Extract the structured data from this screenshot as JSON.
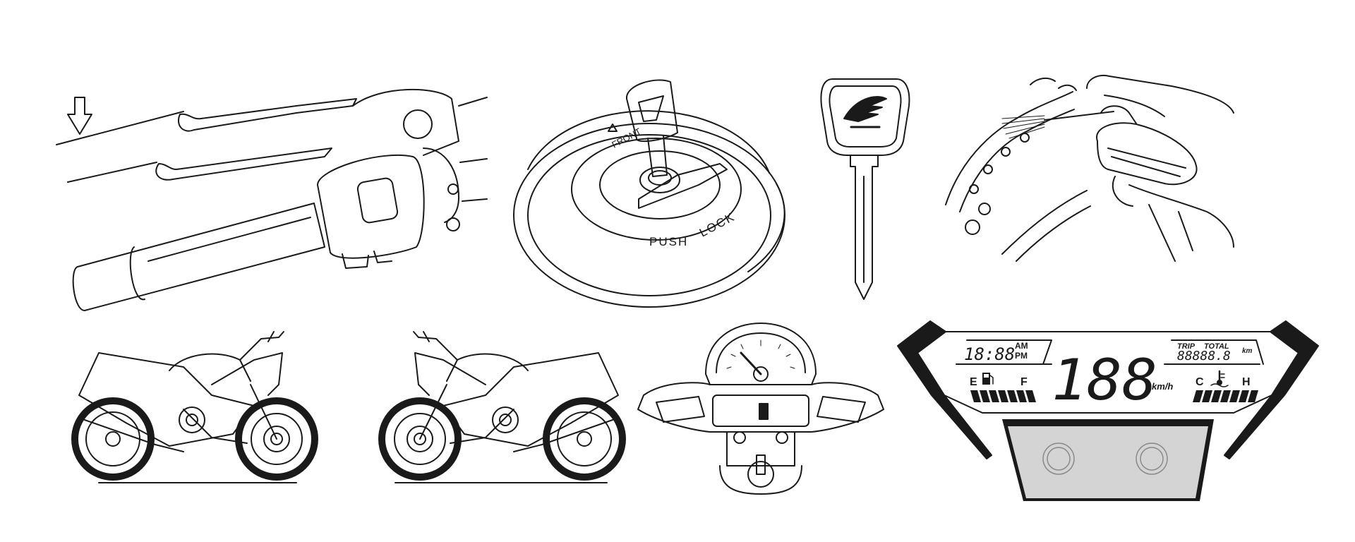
{
  "ignition": {
    "label_front": "FRONT",
    "label_push": "PUSH",
    "label_lock": "LOCK"
  },
  "dashboard": {
    "clock": "18:88",
    "am": "AM",
    "pm": "PM",
    "speed": "188",
    "speed_unit": "km/h",
    "trip_label": "TRIP",
    "total_label": "TOTAL",
    "odometer": "88888.8",
    "odometer_unit": "km",
    "fuel_empty": "E",
    "fuel_full": "F",
    "temp_cold": "C",
    "temp_hot": "H"
  },
  "colors": {
    "line": "#1a1a1a",
    "panel_grey": "#d4d4d4",
    "background": "#ffffff"
  },
  "icons": [
    "down-arrow-icon",
    "fuel-pump-icon",
    "coolant-temp-icon",
    "honda-wing-logo"
  ]
}
